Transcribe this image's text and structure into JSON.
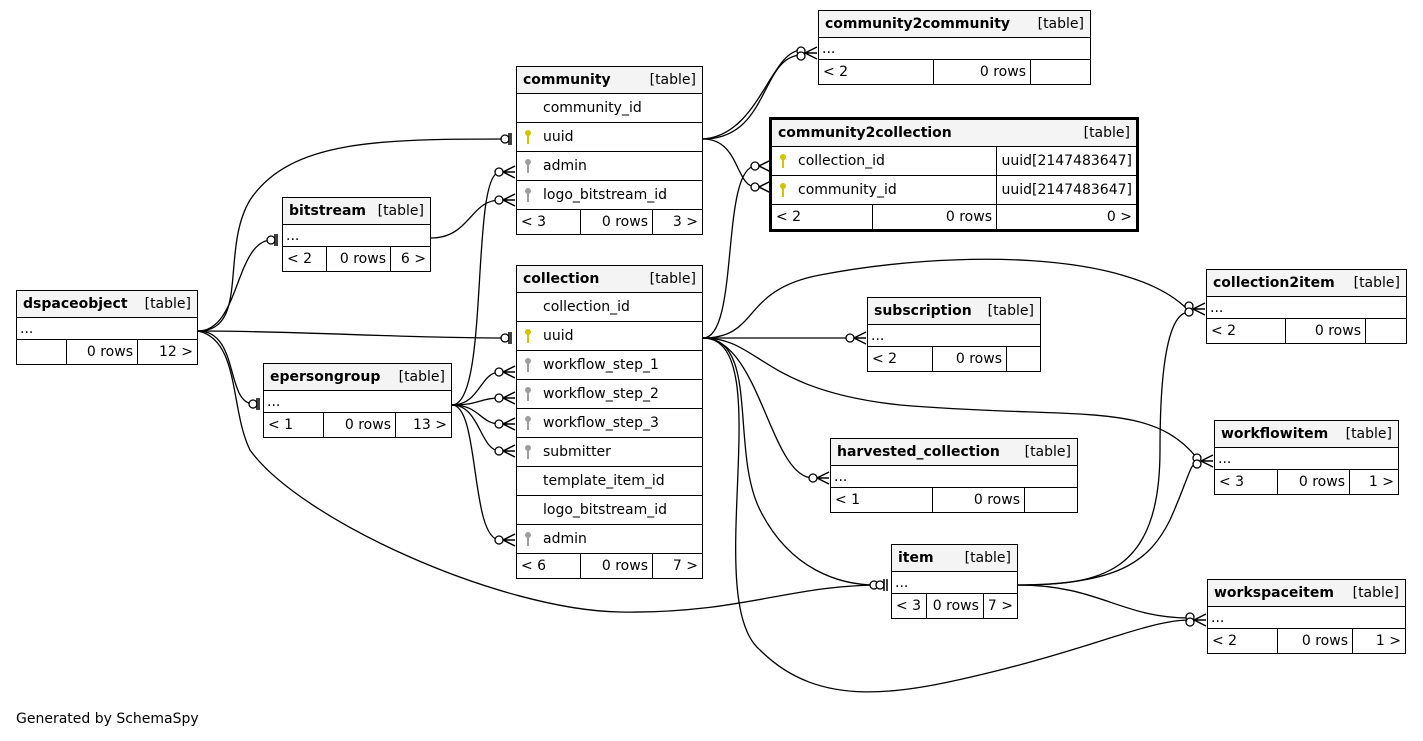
{
  "footer": "Generated by SchemaSpy",
  "colors": {
    "primary_key": "#d4c400",
    "foreign_key": "#9e9e9e",
    "header_bg": "#f4f4f4"
  },
  "tables": {
    "dspaceobject": {
      "name": "dspaceobject",
      "type": "[table]",
      "rows": [
        "..."
      ],
      "nav_left": "",
      "row_count": "0 rows",
      "nav_right": "12 >"
    },
    "bitstream": {
      "name": "bitstream",
      "type": "[table]",
      "rows": [
        "..."
      ],
      "nav_left": "< 2",
      "row_count": "0 rows",
      "nav_right": "6 >"
    },
    "epersongroup": {
      "name": "epersongroup",
      "type": "[table]",
      "rows": [
        "..."
      ],
      "nav_left": "< 1",
      "row_count": "0 rows",
      "nav_right": "13 >"
    },
    "community": {
      "name": "community",
      "type": "[table]",
      "columns": [
        {
          "name": "community_id",
          "key": "none"
        },
        {
          "name": "uuid",
          "key": "primary-key-icon"
        },
        {
          "name": "admin",
          "key": "foreign-key-icon"
        },
        {
          "name": "logo_bitstream_id",
          "key": "foreign-key-icon"
        }
      ],
      "nav_left": "< 3",
      "row_count": "0 rows",
      "nav_right": "3 >"
    },
    "collection": {
      "name": "collection",
      "type": "[table]",
      "columns": [
        {
          "name": "collection_id",
          "key": "none"
        },
        {
          "name": "uuid",
          "key": "primary-key-icon"
        },
        {
          "name": "workflow_step_1",
          "key": "foreign-key-icon"
        },
        {
          "name": "workflow_step_2",
          "key": "foreign-key-icon"
        },
        {
          "name": "workflow_step_3",
          "key": "foreign-key-icon"
        },
        {
          "name": "submitter",
          "key": "foreign-key-icon"
        },
        {
          "name": "template_item_id",
          "key": "none"
        },
        {
          "name": "logo_bitstream_id",
          "key": "none"
        },
        {
          "name": "admin",
          "key": "foreign-key-icon"
        }
      ],
      "nav_left": "< 6",
      "row_count": "0 rows",
      "nav_right": "7 >"
    },
    "community2community": {
      "name": "community2community",
      "type": "[table]",
      "rows": [
        "..."
      ],
      "nav_left": "< 2",
      "row_count": "0 rows",
      "nav_right": ""
    },
    "community2collection": {
      "name": "community2collection",
      "type": "[table]",
      "columns": [
        {
          "name": "collection_id",
          "key": "primary-key-icon",
          "datatype": "uuid[2147483647]"
        },
        {
          "name": "community_id",
          "key": "primary-key-icon",
          "datatype": "uuid[2147483647]"
        }
      ],
      "nav_left": "< 2",
      "row_count": "0 rows",
      "nav_right": "0 >"
    },
    "subscription": {
      "name": "subscription",
      "type": "[table]",
      "rows": [
        "..."
      ],
      "nav_left": "< 2",
      "row_count": "0 rows",
      "nav_right": ""
    },
    "harvested_collection": {
      "name": "harvested_collection",
      "type": "[table]",
      "rows": [
        "..."
      ],
      "nav_left": "< 1",
      "row_count": "0 rows",
      "nav_right": ""
    },
    "item": {
      "name": "item",
      "type": "[table]",
      "rows": [
        "..."
      ],
      "nav_left": "< 3",
      "row_count": "0 rows",
      "nav_right": "7 >"
    },
    "collection2item": {
      "name": "collection2item",
      "type": "[table]",
      "rows": [
        "..."
      ],
      "nav_left": "< 2",
      "row_count": "0 rows",
      "nav_right": ""
    },
    "workflowitem": {
      "name": "workflowitem",
      "type": "[table]",
      "rows": [
        "..."
      ],
      "nav_left": "< 3",
      "row_count": "0 rows",
      "nav_right": "1 >"
    },
    "workspaceitem": {
      "name": "workspaceitem",
      "type": "[table]",
      "rows": [
        "..."
      ],
      "nav_left": "< 2",
      "row_count": "0 rows",
      "nav_right": "1 >"
    }
  }
}
